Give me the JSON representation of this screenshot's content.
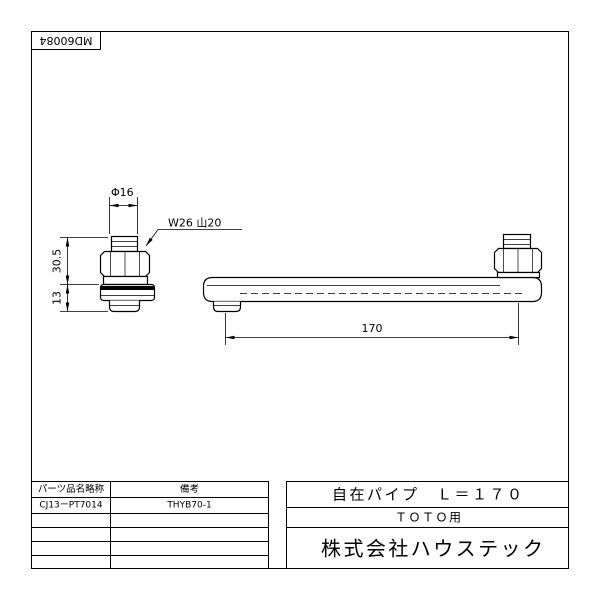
{
  "drawing_number": "MD60084",
  "dimensions": {
    "diameter": "Φ16",
    "thread": "W26 山20",
    "height_upper": "30.5",
    "height_lower": "13",
    "length": "170"
  },
  "parts_table": {
    "headers": [
      "パーツ品名略称",
      "備考"
    ],
    "rows": [
      [
        "CJ13ーPT7014",
        "THYB70-1"
      ]
    ]
  },
  "title_block": {
    "product_name": "自在パイプ　Ｌ＝１７０",
    "compatibility": "ＴＯＴＯ用",
    "company": "株式会社ハウステック"
  }
}
